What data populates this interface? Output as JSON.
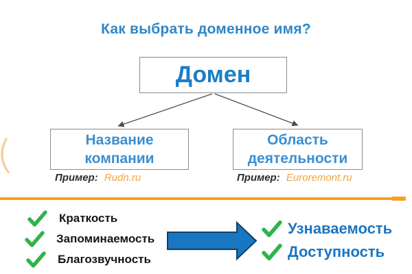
{
  "title": "Как выбрать доменное имя?",
  "diagram": {
    "root_label": "Домен",
    "left_node": {
      "line1": "Название",
      "line2": "компании",
      "example_prefix": "Пример:",
      "example_domain": "Rudn.ru"
    },
    "right_node": {
      "line1": "Область",
      "line2": "деятельности",
      "example_prefix": "Пример:",
      "example_domain": "Euroremont.ru"
    }
  },
  "criteria": {
    "items": [
      "Краткость",
      "Запоминаемость",
      "Благозвучность"
    ]
  },
  "results": {
    "items": [
      "Узнаваемость",
      "Доступность"
    ]
  },
  "icons": {
    "checkmark": "green check mark",
    "big_arrow": "blue right arrow",
    "connector": "thin diagonal arrow"
  },
  "colors": {
    "title_blue": "#2e86c6",
    "root_text_blue": "#1b7ec6",
    "node_text_blue": "#3b8ed0",
    "node_border_gray": "#8a8a8a",
    "example_text": "#2b2b2b",
    "domain_link_orange": "#f0a440",
    "divider_orange": "#f7a11c",
    "check_green": "#2fb34c",
    "criteria_text": "#151515",
    "result_text_blue": "#1b76c2",
    "big_arrow_fill": "#1877c0",
    "big_arrow_stroke": "#123f63",
    "connector_gray": "#4d4d4d"
  }
}
